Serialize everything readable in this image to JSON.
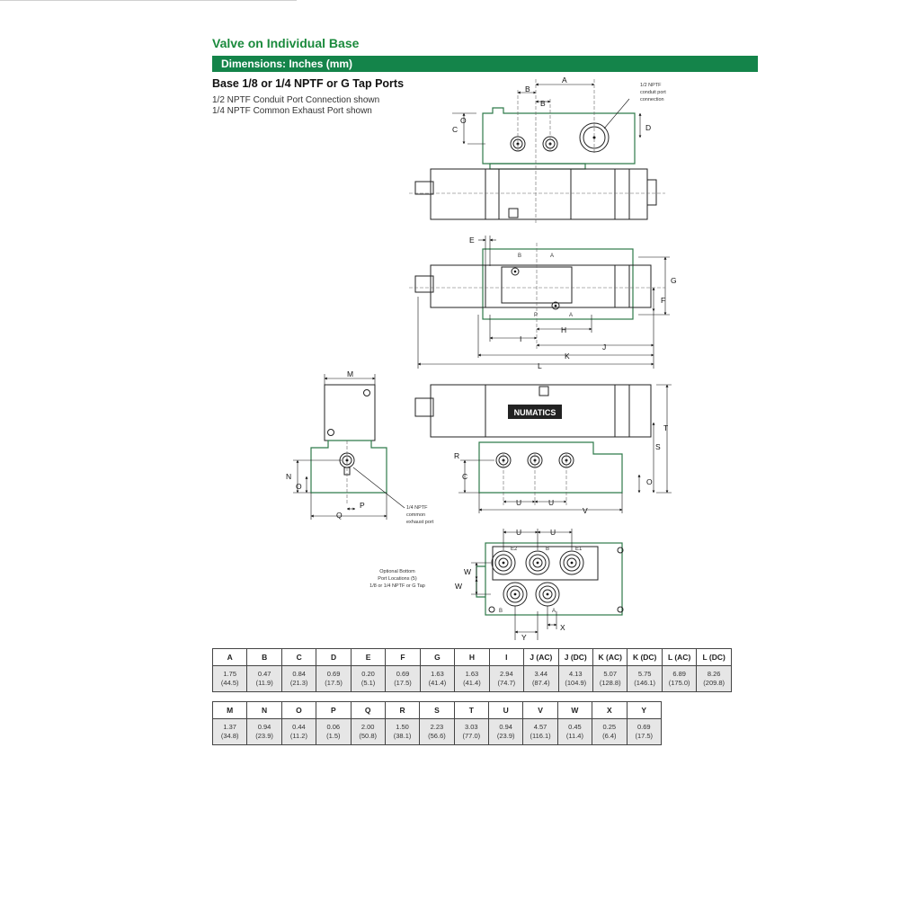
{
  "page": {
    "title": "Valve on Individual Base",
    "banner": "Dimensions: Inches (mm)",
    "subheading": "Base 1/8 or 1/4 NPTF or G Tap Ports",
    "notes": [
      "1/2 NPTF Conduit Port Connection shown",
      "1/4 NPTF Common Exhaust Port shown"
    ]
  },
  "callouts": {
    "conduit_1": "1/2 NPTF",
    "conduit_2": "conduit port",
    "conduit_3": "connection",
    "exhaust_1": "1/4 NPTF",
    "exhaust_2": "common",
    "exhaust_3": "exhaust port",
    "bottom_1": "Optional Bottom",
    "bottom_2": "Port Locations (5)",
    "bottom_3": "1/8 or 1/4 NPTF or G Tap",
    "logo_text": "NUMATICS"
  },
  "dim_letters": {
    "a": "A",
    "b": "B",
    "c": "C",
    "d": "D",
    "e": "E",
    "f": "F",
    "g": "G",
    "h": "H",
    "i": "I",
    "j": "J",
    "k": "K",
    "l": "L",
    "m": "M",
    "n": "N",
    "o": "O",
    "p": "P",
    "q": "Q",
    "r": "R",
    "s": "S",
    "t": "T",
    "u": "U",
    "v": "V",
    "w": "W",
    "x": "X",
    "y": "Y"
  },
  "port_labels": {
    "b": "B",
    "a": "A",
    "e": "E",
    "p": "P",
    "e1": "E1",
    "e2": "E2"
  },
  "table1": {
    "headers": [
      "A",
      "B",
      "C",
      "D",
      "E",
      "F",
      "G",
      "H",
      "I",
      "J (AC)",
      "J (DC)",
      "K (AC)",
      "K (DC)",
      "L (AC)",
      "L (DC)"
    ],
    "inches": [
      "1.75",
      "0.47",
      "0.84",
      "0.69",
      "0.20",
      "0.69",
      "1.63",
      "1.63",
      "2.94",
      "3.44",
      "4.13",
      "5.07",
      "5.75",
      "6.89",
      "8.26"
    ],
    "mm": [
      "(44.5)",
      "(11.9)",
      "(21.3)",
      "(17.5)",
      "(5.1)",
      "(17.5)",
      "(41.4)",
      "(41.4)",
      "(74.7)",
      "(87.4)",
      "(104.9)",
      "(128.8)",
      "(146.1)",
      "(175.0)",
      "(209.8)"
    ]
  },
  "table2": {
    "headers": [
      "M",
      "N",
      "O",
      "P",
      "Q",
      "R",
      "S",
      "T",
      "U",
      "V",
      "W",
      "X",
      "Y"
    ],
    "inches": [
      "1.37",
      "0.94",
      "0.44",
      "0.06",
      "2.00",
      "1.50",
      "2.23",
      "3.03",
      "0.94",
      "4.57",
      "0.45",
      "0.25",
      "0.69"
    ],
    "mm": [
      "(34.8)",
      "(23.9)",
      "(11.2)",
      "(1.5)",
      "(50.8)",
      "(38.1)",
      "(56.6)",
      "(77.0)",
      "(23.9)",
      "(116.1)",
      "(11.4)",
      "(6.4)",
      "(17.5)"
    ]
  }
}
